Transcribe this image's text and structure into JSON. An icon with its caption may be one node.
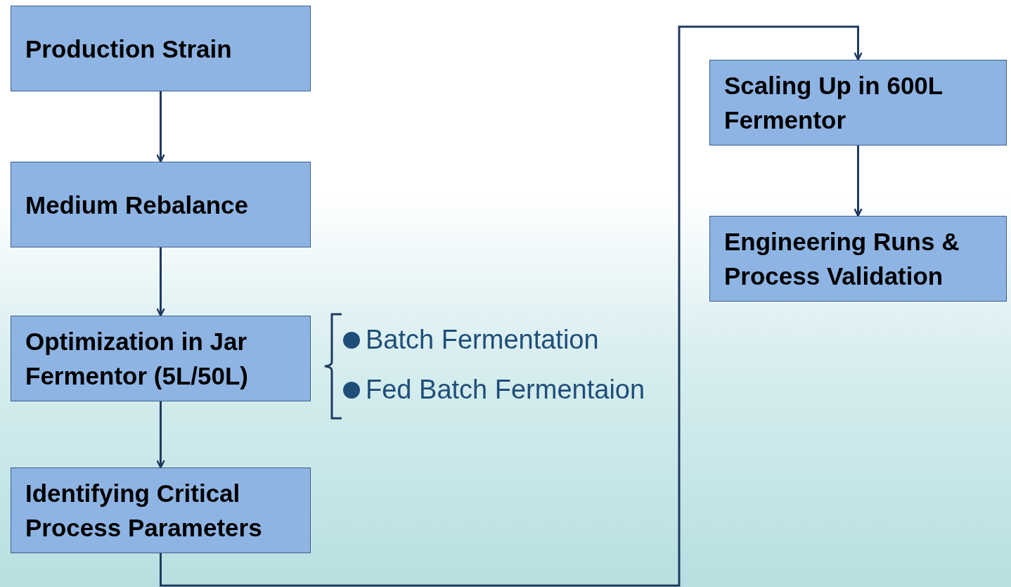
{
  "diagram": {
    "nodes": [
      {
        "text": [
          "Production Strain"
        ]
      },
      {
        "text": [
          "Medium Rebalance"
        ]
      },
      {
        "text": [
          "Optimization in Jar Fermentor (5L/50L)"
        ]
      },
      {
        "text": [
          "Identifying Critical Process Parameters"
        ]
      },
      {
        "text": [
          "Scaling Up in 600L Fermentor"
        ]
      },
      {
        "text": [
          "Engineering Runs & Process Validation"
        ]
      }
    ],
    "edges": [
      {
        "from": 0,
        "to": 1,
        "arrow": "to"
      },
      {
        "from": 1,
        "to": 2,
        "arrow": "to"
      },
      {
        "from": 2,
        "to": 3,
        "arrow": "to"
      },
      {
        "from": 3,
        "to": 4,
        "arrow": "to"
      },
      {
        "from": 4,
        "to": 5,
        "arrow": "to"
      }
    ],
    "labels": [
      "Batch Fermentation",
      "Fed Batch Fermentaion"
    ]
  }
}
